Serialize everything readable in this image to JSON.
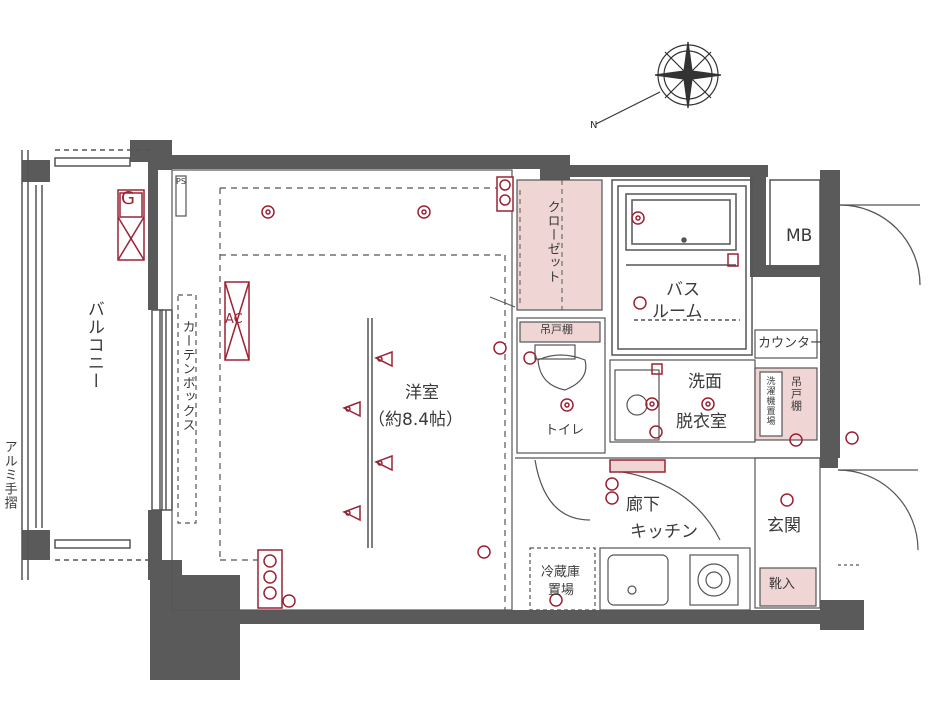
{
  "rooms": {
    "balcony": "バルコニー",
    "alumi_rail": "アルミ手摺",
    "western_room": "洋室",
    "western_room_size": "（約8.4帖）",
    "curtain_box": "カーテンボックス",
    "closet": "クローゼット",
    "bath": "バス\nルーム",
    "bath_line1": "バス",
    "bath_line2": "ルーム",
    "mb": "MB",
    "counter": "カウンター",
    "hanging_shelf_toilet": "吊戸棚",
    "hanging_shelf_wash": "吊戸棚",
    "washstand": "洗濯機置場",
    "toilet": "トイレ",
    "washroom_line1": "洗面",
    "washroom_line2": "脱衣室",
    "hallway_line1": "廊下",
    "hallway_line2": "キッチン",
    "entrance": "玄関",
    "shoe_box": "靴入",
    "fridge_line1": "冷蔵庫",
    "fridge_line2": "置場",
    "gas_meter": "G",
    "ac": "AC",
    "ps": "PS"
  },
  "colors": {
    "wall": "#5a5a5a",
    "accent": "#9b2335",
    "closet_fill": "#f0d5d5",
    "line": "#555555"
  }
}
